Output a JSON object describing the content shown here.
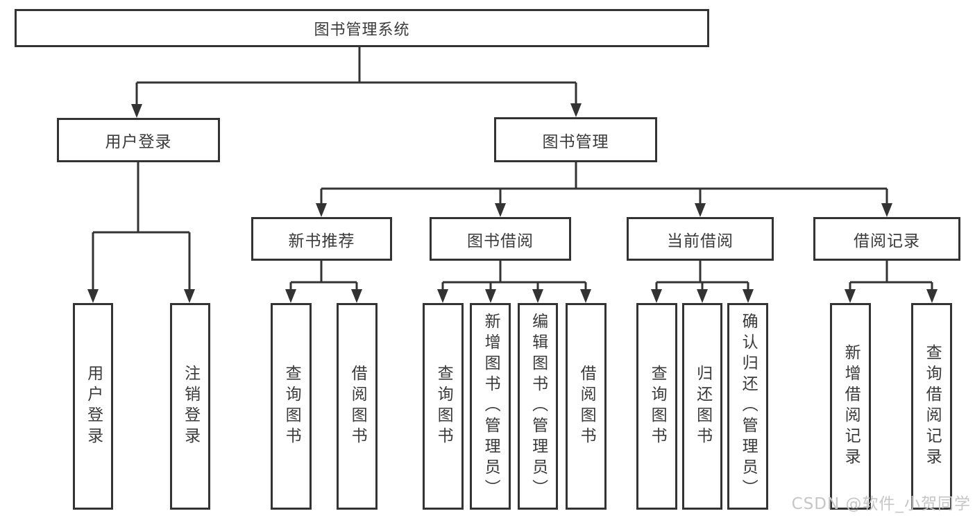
{
  "diagram": {
    "root_label": "图书管理系统",
    "branches": {
      "user_login": "用户登录",
      "book_management": "图书管理"
    },
    "modules": {
      "new_book_recommend": "新书推荐",
      "book_borrow": "图书借阅",
      "current_borrow": "当前借阅",
      "borrow_records": "借阅记录"
    },
    "leaves": {
      "user_login": "用户登录",
      "logout": "注销登录",
      "nb_query_books": "查询图书",
      "nb_borrow_books": "借阅图书",
      "bb_query_books": "查询图书",
      "bb_add_books": "新增图书（管理员）",
      "bb_edit_books": "编辑图书（管理员）",
      "bb_borrow_books": "借阅图书",
      "cb_query_books": "查询图书",
      "cb_return_books": "归还图书",
      "cb_confirm_return": "确认归还（管理员）",
      "br_add_record": "新增借阅记录",
      "br_query_record": "查询借阅记录"
    },
    "watermark": "CSDN @软件_小贺同学"
  },
  "colors": {
    "line": "#333333",
    "text": "#3a3a3a",
    "watermark": "#c6c6c6",
    "background": "#ffffff"
  }
}
